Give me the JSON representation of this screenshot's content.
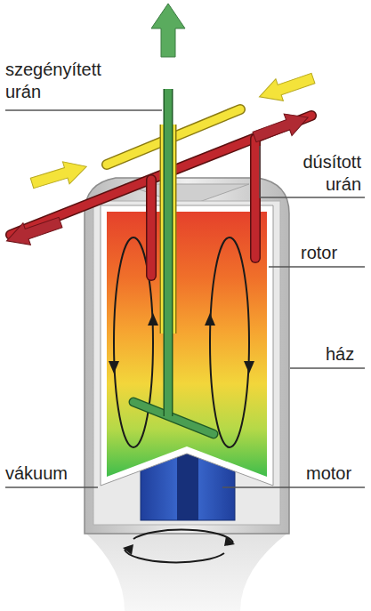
{
  "diagram": {
    "labels": [
      "szegényített urán",
      "dúsított urán",
      "rotor",
      "ház",
      "vákuum",
      "motor"
    ]
  }
}
